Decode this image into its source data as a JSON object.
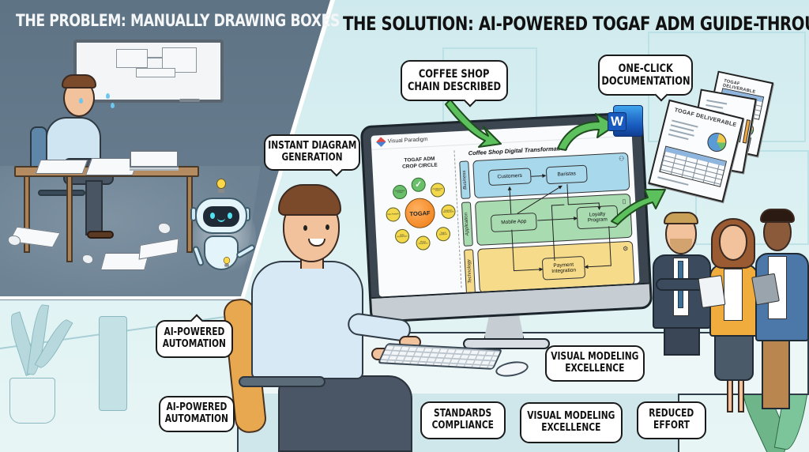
{
  "headlines": {
    "problem": "THE PROBLEM: MANUALLY DRAWING BOXES",
    "solution": "THE SOLUTION: AI-POWERED TOGAF ADM GUIDE-THROUGH"
  },
  "bubbles": {
    "coffee_shop": [
      "COFFEE SHOP",
      "CHAIN DESCRIBED"
    ],
    "one_click": [
      "ONE-CLICK",
      "DOCUMENTATION"
    ],
    "instant_diagram": [
      "INSTANT DIAGRAM",
      "GENERATION"
    ],
    "ai_automation_1": [
      "AI-POWERED",
      "AUTOMATION"
    ],
    "ai_automation_2": [
      "AI-POWERED",
      "AUTOMATION"
    ],
    "visual_modeling_1": [
      "VISUAL MODELING",
      "EXCELLENCE"
    ],
    "visual_modeling_2": [
      "VISUAL MODELING",
      "EXCELLENCE"
    ],
    "standards": [
      "STANDARDS",
      "COMPLIANCE"
    ],
    "reduced_effort": [
      "REDUCED",
      "EFFORT"
    ]
  },
  "screen": {
    "app_title": "Visual Paradigm",
    "app_icon": "visual-paradigm-logo",
    "adm": {
      "title_line1": "TOGAF ADM",
      "title_line2": "CROP CIRCLE",
      "center": "TOGAF",
      "nodes": [
        "Preliminary Phase",
        "Architecture Vision",
        "Business Architecture",
        "Target Solutions",
        "Data Architecture",
        "Phase Integration",
        "Gap Analysis",
        "Solution Architecture",
        "Change Management"
      ]
    },
    "architecture": {
      "title": "Coffee Shop Digital Transformation",
      "layers": {
        "business": "Business",
        "application": "Application",
        "technology": "Technology"
      },
      "nodes": {
        "customers": "Customers",
        "baristas": "Baristas",
        "mobile_app": "Mobile App",
        "loyalty_line1": "Loyalty",
        "loyalty_line2": "Program",
        "payment_line1": "Payment",
        "payment_line2": "Integration"
      }
    }
  },
  "documents": {
    "title": "TOGAF DELIVERABLE",
    "export_icon": "word-icon",
    "export_letter": "W"
  },
  "colors": {
    "problem_bg": "#5e7384",
    "solution_bg": "#cfeaee",
    "arrow_green": "#5cc05c",
    "business_layer": "#a8d8ec",
    "application_layer": "#a8dcb0",
    "technology_layer": "#f6dc8a",
    "togaf_orange": "#f07a10"
  }
}
